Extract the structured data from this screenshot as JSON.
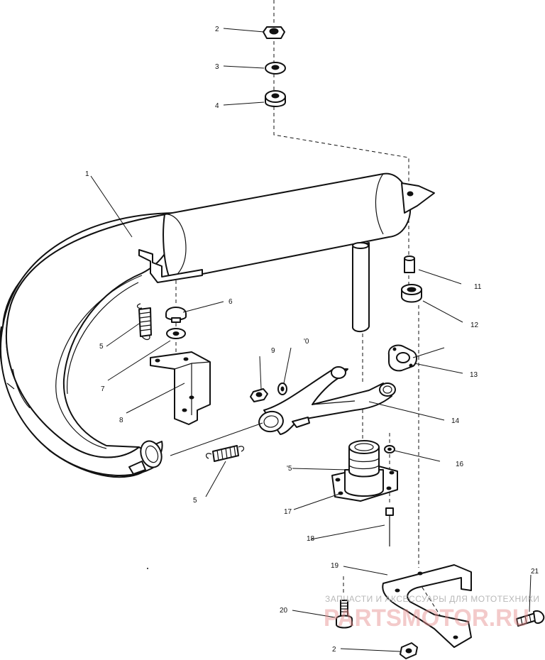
{
  "callouts": {
    "c1": "1",
    "c2a": "2",
    "c3": "3",
    "c4": "4",
    "c5a": "5",
    "c5b": "5",
    "c6": "6",
    "c7": "7",
    "c8": "8",
    "c9": "9",
    "c10": "'0",
    "c11": "11",
    "c12": "12",
    "c13": "13",
    "c14": "14",
    "c15": "'5",
    "c16": "16",
    "c17": "17",
    "c18": "18",
    "c19": "19",
    "c20": "20",
    "c21": "21",
    "c2b": "2"
  },
  "watermark": {
    "tagline": "ЗАПЧАСТИ И АКСЕССУАРЫ ДЛЯ МОТОТЕХНИКИ",
    "brand": "PARTSMOTOR.RU"
  }
}
